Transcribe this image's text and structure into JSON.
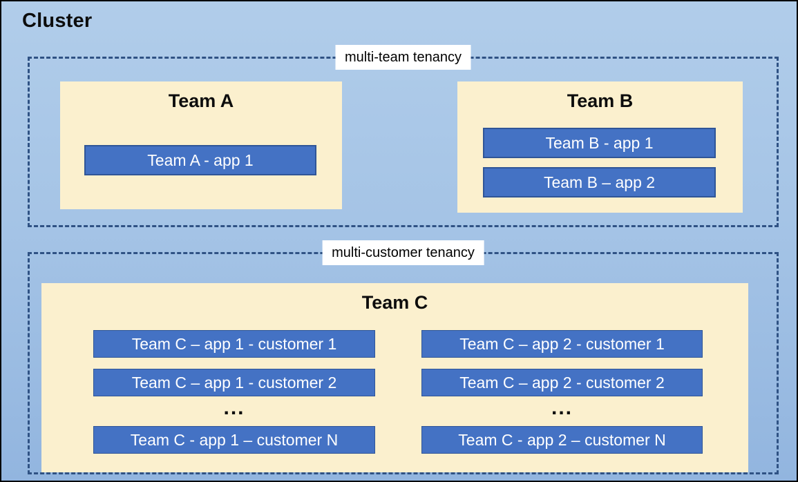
{
  "title": "Cluster",
  "regions": {
    "multi_team": {
      "label": "multi-team tenancy",
      "team_a": {
        "name": "Team A",
        "apps": [
          "Team A - app 1"
        ]
      },
      "team_b": {
        "name": "Team B",
        "apps": [
          "Team B - app 1",
          "Team B – app 2"
        ]
      }
    },
    "multi_customer": {
      "label": "multi-customer tenancy",
      "team_c": {
        "name": "Team C",
        "col1": {
          "rows": [
            "Team C – app 1 - customer 1",
            "Team C – app 1 - customer 2"
          ],
          "ellipsis": "...",
          "last": "Team C - app 1 – customer N"
        },
        "col2": {
          "rows": [
            "Team C – app 2 - customer 1",
            "Team C – app 2 - customer 2"
          ],
          "ellipsis": "...",
          "last": "Team C - app 2 – customer N"
        }
      }
    }
  },
  "colors": {
    "canvas_blue_top": "#B1CDEA",
    "canvas_blue_bottom": "#92B5DF",
    "panel_cream": "#FBF0CE",
    "app_fill_blue": "#4472C4",
    "app_border_blue": "#2F5597",
    "dashed_border_blue": "#2F5284",
    "label_background": "#FFFFFF",
    "title_text": "#0D0D0D",
    "app_text": "#FFFFFF",
    "outer_border": "#000000"
  }
}
